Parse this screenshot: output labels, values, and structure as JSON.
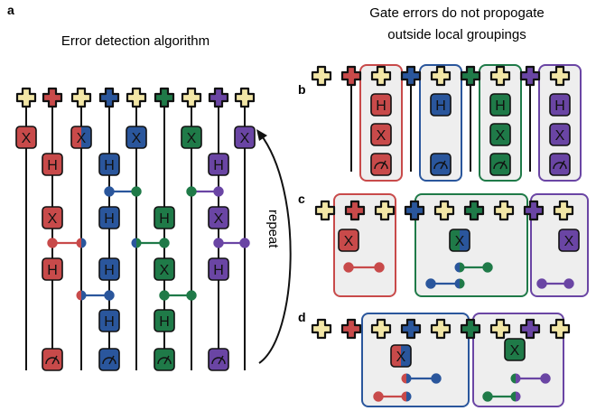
{
  "panel_labels": {
    "a": "a",
    "b": "b",
    "c": "c",
    "d": "d"
  },
  "titles": {
    "left": "Error detection algorithm",
    "right_line1": "Gate errors do not propogate",
    "right_line2": "outside local groupings"
  },
  "repeat_label": "repeat",
  "colors": {
    "red": "#c84a4a",
    "blue": "#2a569c",
    "green": "#1f7a48",
    "purple": "#6a45a4",
    "black": "#111111",
    "box_fill": "#eeeeee",
    "plus_fill": "#f2e6a6"
  },
  "gates": {
    "x": "X",
    "h": "H",
    "measure": "measure-icon"
  },
  "qubit_row": [
    "black",
    "red",
    "black",
    "blue",
    "black",
    "green",
    "black",
    "purple",
    "black"
  ]
}
